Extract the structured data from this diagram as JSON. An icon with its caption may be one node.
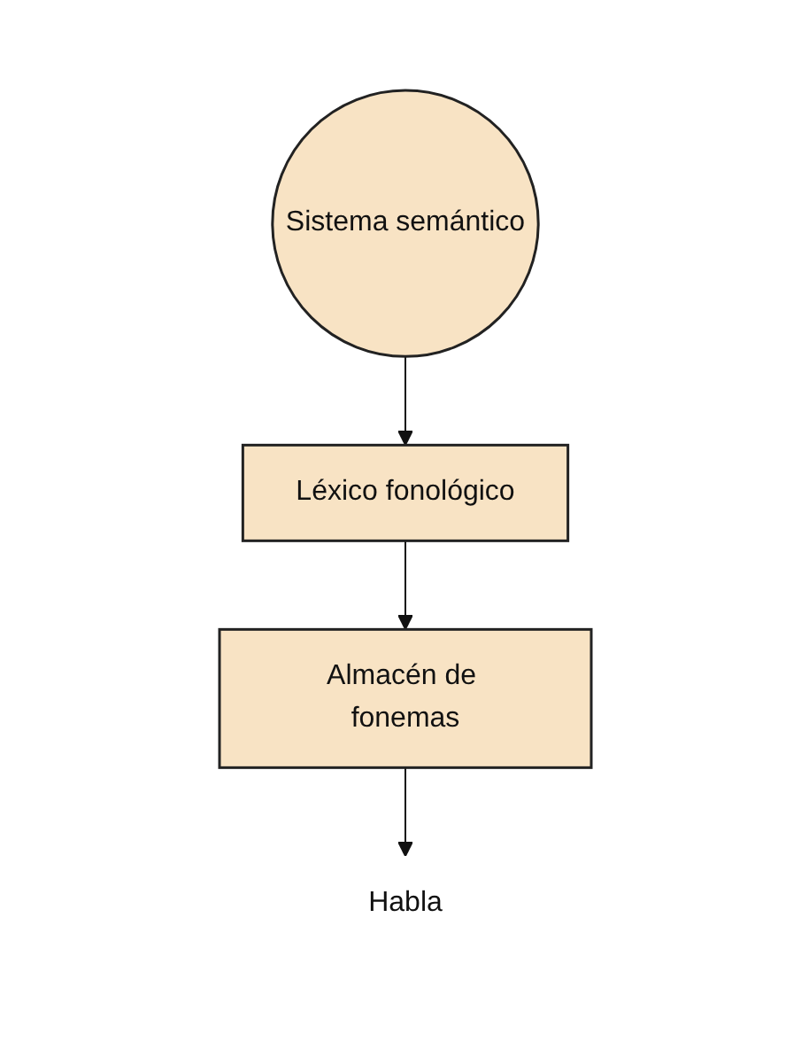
{
  "diagram": {
    "nodes": [
      {
        "text": [
          "Sistema semántico"
        ]
      },
      {
        "text": [
          "Léxico fonológico"
        ]
      },
      {
        "text": [
          "Almacén de fonemas"
        ]
      },
      {
        "text": [
          "Habla"
        ]
      }
    ],
    "edges": [
      {
        "from": 0,
        "to": 1,
        "arrow": "to"
      },
      {
        "from": 1,
        "to": 2,
        "arrow": "to"
      },
      {
        "from": 2,
        "to": 3,
        "arrow": "to"
      }
    ]
  }
}
